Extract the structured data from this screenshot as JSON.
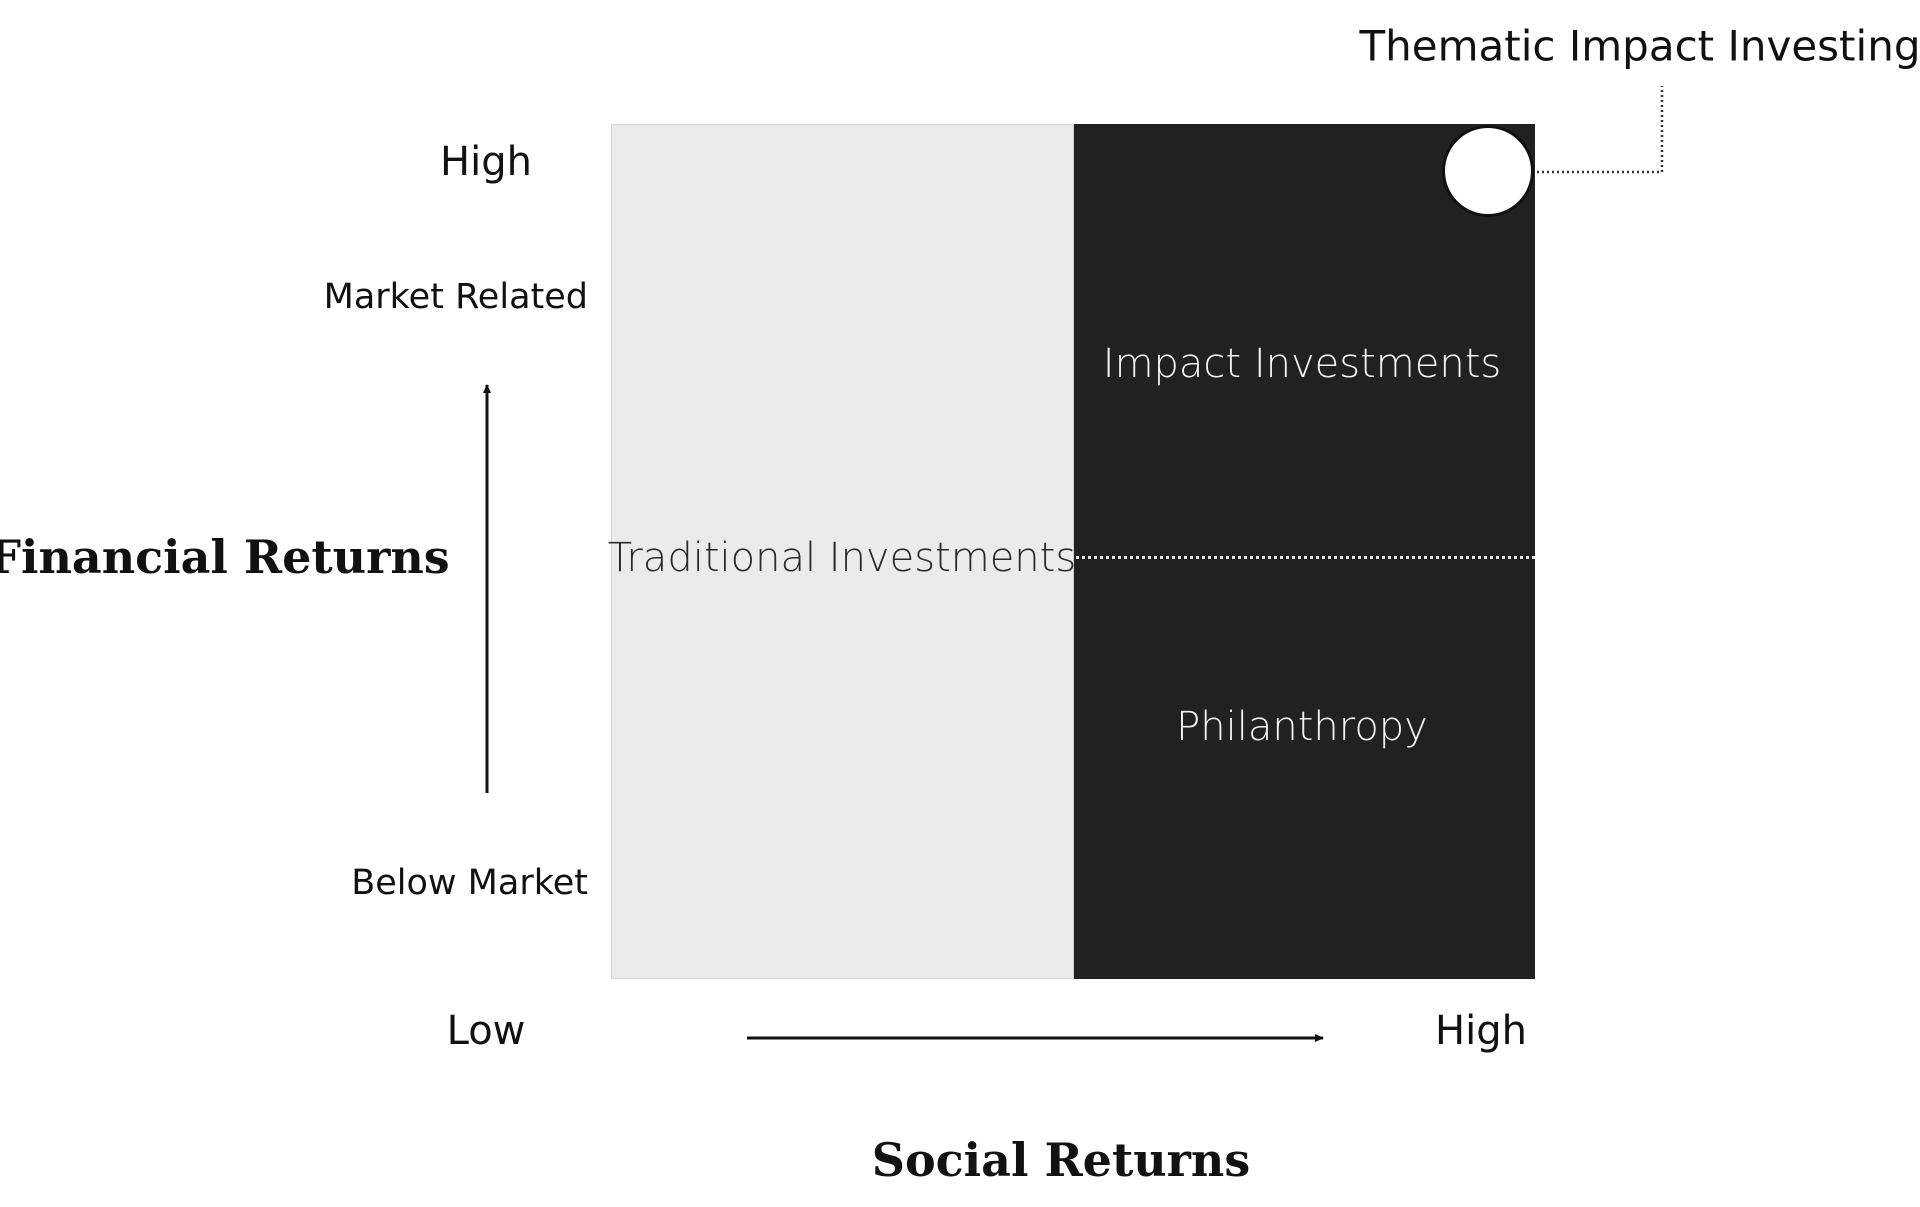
{
  "diagram": {
    "callout": {
      "label": "Thematic Impact Investing"
    },
    "y_axis": {
      "title": "Financial Returns",
      "high_label": "High",
      "upper_label": "Market Related",
      "lower_label": "Below Market"
    },
    "x_axis": {
      "title": "Social Returns",
      "low_label": "Low",
      "high_label": "High"
    },
    "regions": {
      "traditional": "Traditional Investments",
      "impact": "Impact Investments",
      "philanthropy": "Philanthropy"
    },
    "colors": {
      "light_panel": "#ebebeb",
      "dark_panel": "#212121",
      "text": "#111111"
    }
  }
}
